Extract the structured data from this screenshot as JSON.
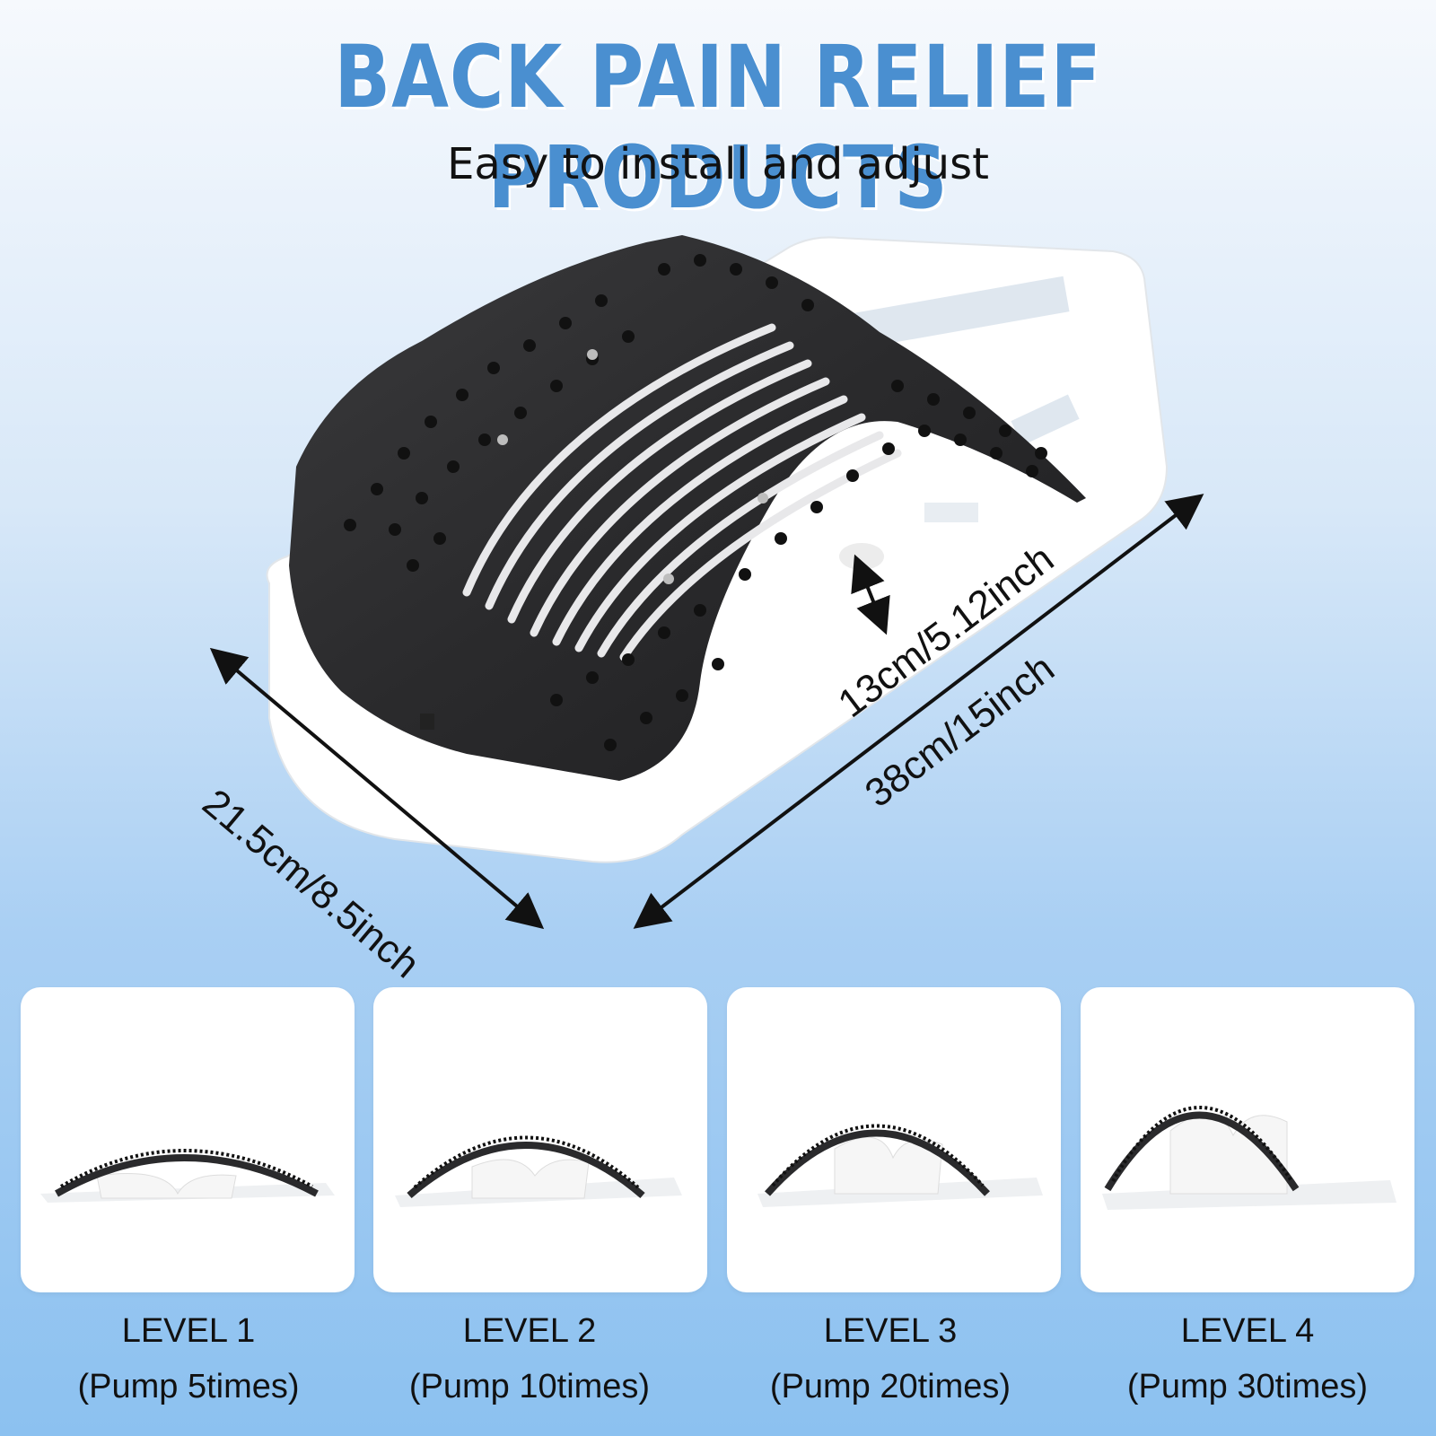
{
  "header": {
    "title": "BACK PAIN RELIEF PRODUCTS",
    "subtitle": "Easy to install and adjust"
  },
  "dimensions": {
    "width": "21.5cm/8.5inch",
    "length": "38cm/15inch",
    "height": "13cm/5.12inch"
  },
  "levels": [
    {
      "label": "LEVEL 1",
      "pump": "(Pump 5times)",
      "arch": 1
    },
    {
      "label": "LEVEL 2",
      "pump": "(Pump 10times)",
      "arch": 2
    },
    {
      "label": "LEVEL 3",
      "pump": "(Pump 20times)",
      "arch": 3
    },
    {
      "label": "LEVEL 4",
      "pump": "(Pump 30times)",
      "arch": 4
    }
  ],
  "colors": {
    "title": "#4a8fd0",
    "stretcher_pad": "#2b2b2d",
    "base": "#ffffff"
  }
}
